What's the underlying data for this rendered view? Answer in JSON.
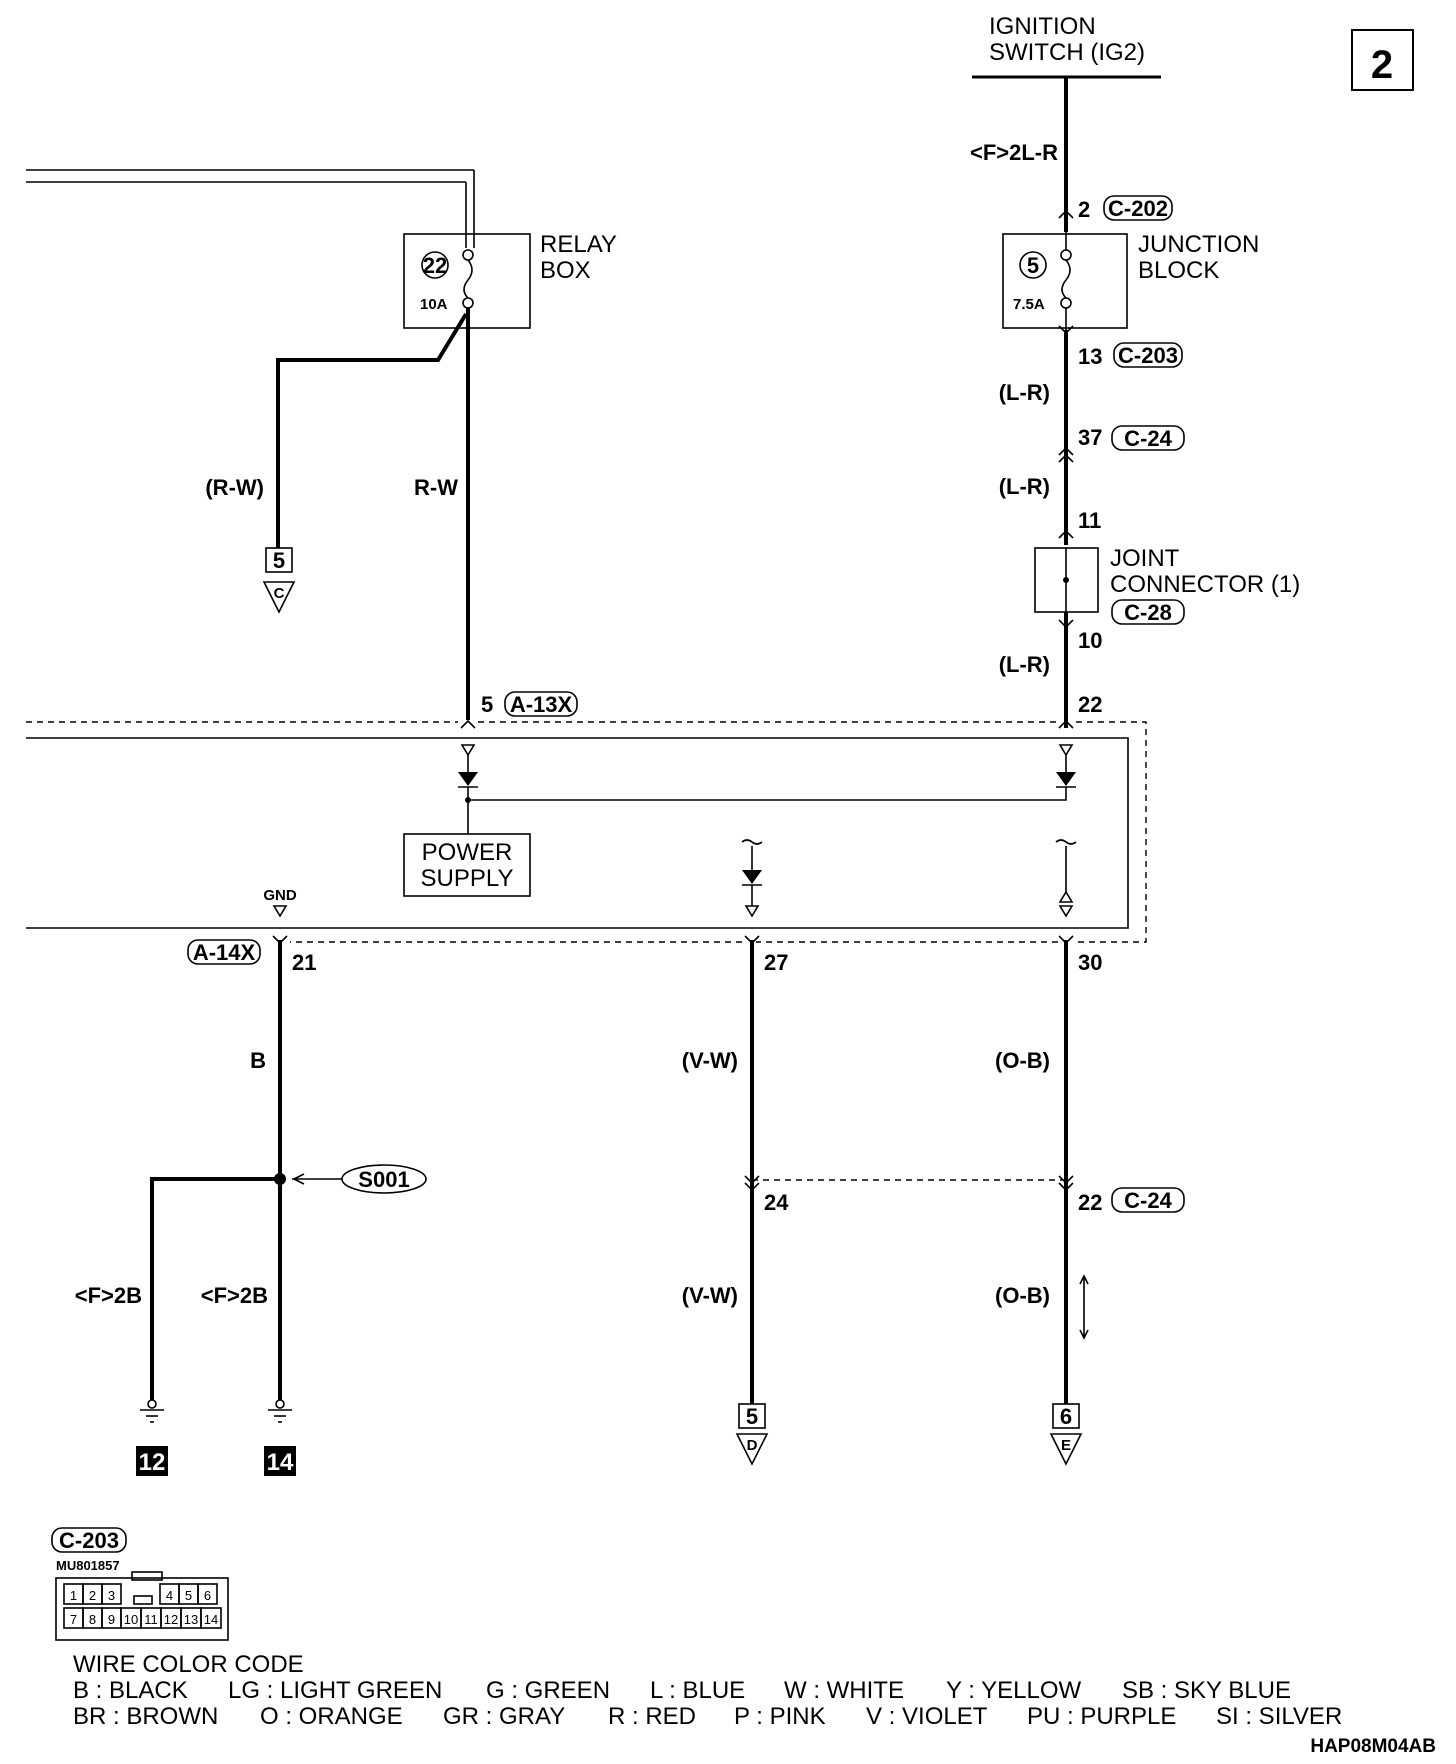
{
  "page_number": "2",
  "ignition": {
    "line1": "IGNITION",
    "line2": "SWITCH (IG2)"
  },
  "relay_box": {
    "line1": "RELAY",
    "line2": "BOX",
    "fuse_no": "22",
    "fuse_amp": "10A"
  },
  "junction_block": {
    "line1": "JUNCTION",
    "line2": "BLOCK",
    "fuse_no": "5",
    "fuse_amp": "7.5A"
  },
  "joint_connector": {
    "line1": "JOINT",
    "line2": "CONNECTOR (1)",
    "connector": "C-28"
  },
  "wires": {
    "f2l_r": "<F>2L-R",
    "l_r_1": "(L-R)",
    "l_r_2": "(L-R)",
    "l_r_3": "(L-R)",
    "r_w_paren": "(R-W)",
    "r_w": "R-W",
    "b": "B",
    "v_w_1": "(V-W)",
    "v_w_2": "(V-W)",
    "o_b_1": "(O-B)",
    "o_b_2": "(O-B)",
    "f2b_1": "<F>2B",
    "f2b_2": "<F>2B"
  },
  "pins": {
    "p2": "2",
    "c202": "C-202",
    "p13": "13",
    "c203": "C-203",
    "p37": "37",
    "c24a": "C-24",
    "p11": "11",
    "p10": "10",
    "p22a": "22",
    "p5": "5",
    "a13x": "A-13X",
    "a14x": "A-14X",
    "p21": "21",
    "p27": "27",
    "p30": "30",
    "p24": "24",
    "p22b": "22",
    "c24b": "C-24"
  },
  "ecu": {
    "power_line1": "POWER",
    "power_line2": "SUPPLY",
    "gnd": "GND"
  },
  "splice": "S001",
  "offpage": {
    "c_num": "5",
    "c_letter": "C",
    "d_num": "5",
    "d_letter": "D",
    "e_num": "6",
    "e_letter": "E"
  },
  "grounds": {
    "g12": "12",
    "g14": "14"
  },
  "connector_view": {
    "name": "C-203",
    "part": "MU801857",
    "top_pins": [
      "1",
      "2",
      "3",
      "4",
      "5",
      "6"
    ],
    "bottom_pins": [
      "7",
      "8",
      "9",
      "10",
      "11",
      "12",
      "13",
      "14"
    ]
  },
  "color_code": {
    "title": "WIRE COLOR CODE",
    "row1": [
      "B : BLACK",
      "LG : LIGHT GREEN",
      "G : GREEN",
      "L : BLUE",
      "W : WHITE",
      "Y : YELLOW",
      "SB : SKY BLUE"
    ],
    "row2": [
      "BR : BROWN",
      "O : ORANGE",
      "GR : GRAY",
      "R : RED",
      "P : PINK",
      "V : VIOLET",
      "PU : PURPLE",
      "SI : SILVER"
    ]
  },
  "diagram_code": "HAP08M04AB"
}
